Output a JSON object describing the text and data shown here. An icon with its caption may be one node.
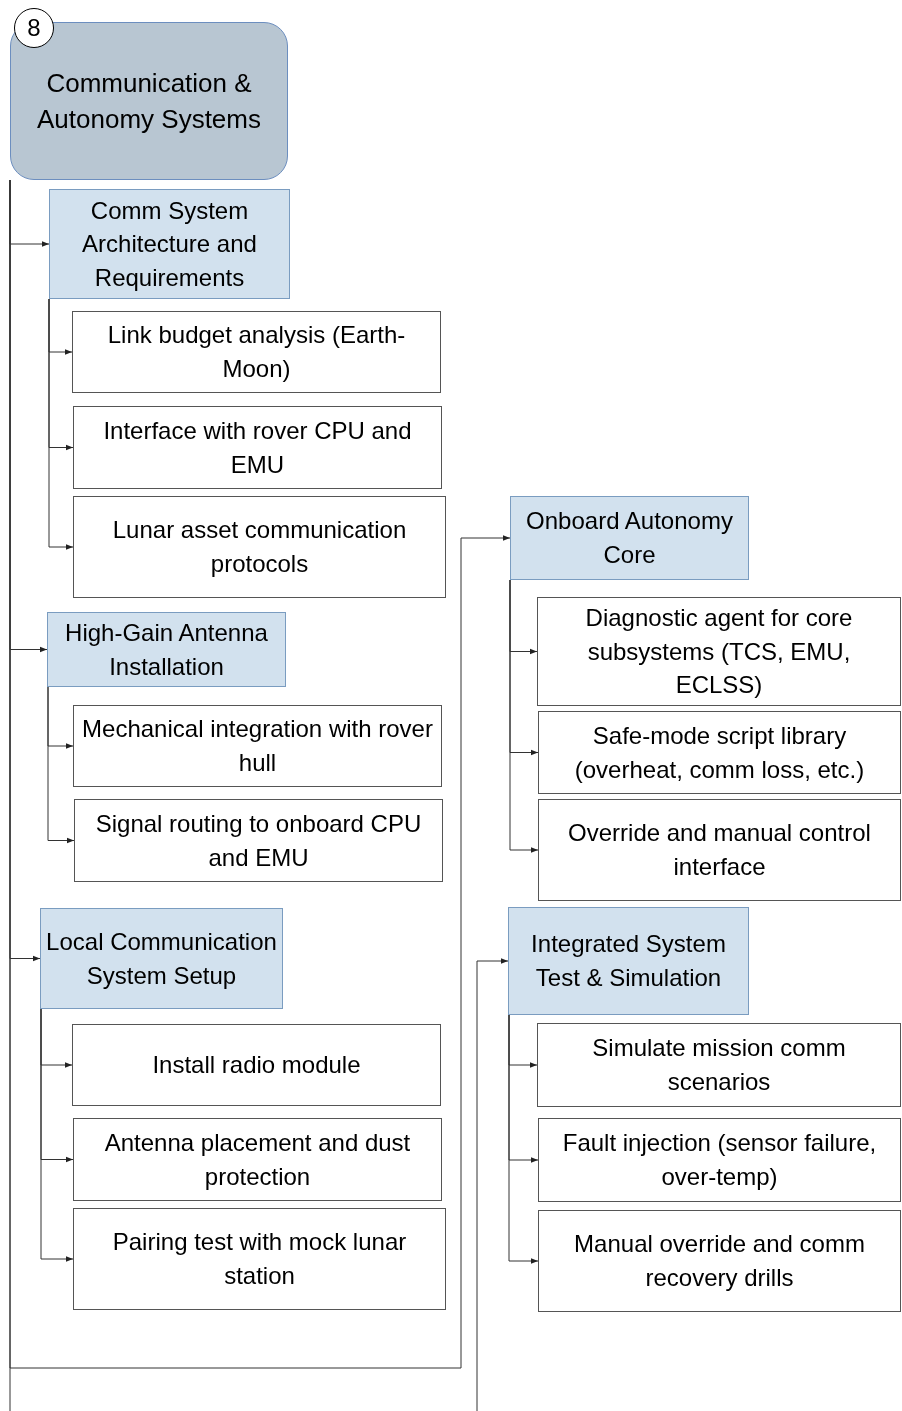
{
  "diagram": {
    "nodes": [
      {
        "text": [
          "Communication & Autonomy Systems"
        ]
      },
      {
        "text": [
          "8"
        ]
      },
      {
        "text": [
          "Comm System Architecture and Requirements"
        ]
      },
      {
        "text": [
          "Link budget analysis (Earth-Moon)"
        ]
      },
      {
        "text": [
          "Interface with rover CPU and EMU"
        ]
      },
      {
        "text": [
          "Lunar asset communication protocols"
        ]
      },
      {
        "text": [
          "High-Gain Antenna Installation"
        ]
      },
      {
        "text": [
          "Mechanical integration with rover hull"
        ]
      },
      {
        "text": [
          "Signal routing to onboard CPU and EMU"
        ]
      },
      {
        "text": [
          "Local Communication System Setup"
        ]
      },
      {
        "text": [
          "Install radio module"
        ]
      },
      {
        "text": [
          "Antenna placement and dust protection"
        ]
      },
      {
        "text": [
          "Pairing test with mock lunar station"
        ]
      },
      {
        "text": [
          "Onboard Autonomy Core"
        ]
      },
      {
        "text": [
          "Diagnostic agent for core subsystems (TCS, EMU, ECLSS)"
        ]
      },
      {
        "text": [
          "Safe-mode script library (overheat, comm loss, etc.)"
        ]
      },
      {
        "text": [
          "Override and manual control interface"
        ]
      },
      {
        "text": [
          "Integrated System Test & Simulation"
        ]
      },
      {
        "text": [
          "Simulate mission comm scenarios"
        ]
      },
      {
        "text": [
          "Fault injection (sensor failure, over-temp)"
        ]
      },
      {
        "text": [
          "Manual override and comm recovery drills"
        ]
      }
    ],
    "edges": [
      {
        "from": 0,
        "to": 2,
        "arrow": "to"
      },
      {
        "from": 2,
        "to": 3,
        "arrow": "to"
      },
      {
        "from": 2,
        "to": 4,
        "arrow": "to"
      },
      {
        "from": 2,
        "to": 5,
        "arrow": "to"
      },
      {
        "from": 0,
        "to": 6,
        "arrow": "to"
      },
      {
        "from": 6,
        "to": 7,
        "arrow": "to"
      },
      {
        "from": 6,
        "to": 8,
        "arrow": "to"
      },
      {
        "from": 0,
        "to": 9,
        "arrow": "to"
      },
      {
        "from": 9,
        "to": 10,
        "arrow": "to"
      },
      {
        "from": 9,
        "to": 11,
        "arrow": "to"
      },
      {
        "from": 9,
        "to": 12,
        "arrow": "to"
      },
      {
        "from": 0,
        "to": 13,
        "arrow": "to"
      },
      {
        "from": 0,
        "to": null,
        "arrow": "none"
      },
      {
        "from": 13,
        "to": 14,
        "arrow": "to"
      },
      {
        "from": 13,
        "to": 15,
        "arrow": "to"
      },
      {
        "from": 13,
        "to": 16,
        "arrow": "to"
      },
      {
        "from": null,
        "to": 17,
        "arrow": "to"
      },
      {
        "from": 17,
        "to": 18,
        "arrow": "to"
      },
      {
        "from": 17,
        "to": 19,
        "arrow": "to"
      },
      {
        "from": 17,
        "to": 20,
        "arrow": "to"
      }
    ]
  }
}
